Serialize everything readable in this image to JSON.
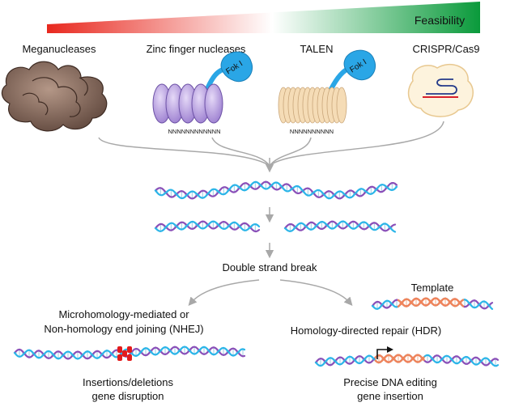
{
  "feasibility_bar": {
    "label": "Feasibility",
    "gradient": {
      "start": "#e8281e",
      "middle": "#ffffff",
      "end": "#0a9a3b"
    }
  },
  "nucleases": [
    {
      "id": "meganucleases",
      "label": "Meganucleases"
    },
    {
      "id": "zfn",
      "label": "Zinc finger nucleases",
      "domain_label": "Fok I",
      "sequence": "NNNNNNNNNNNN"
    },
    {
      "id": "talen",
      "label": "TALEN",
      "domain_label": "Fok I",
      "sequence": "NNNNNNNNNN"
    },
    {
      "id": "crispr",
      "label": "CRISPR/Cas9"
    }
  ],
  "break_label": "Double strand break",
  "pathways": {
    "nhej": {
      "title_line1": "Microhomology-mediated or",
      "title_line2": "Non-homology end joining (NHEJ)",
      "outcome_line1": "Insertions/deletions",
      "outcome_line2": "gene disruption"
    },
    "hdr": {
      "template_label": "Template",
      "title": "Homology-directed repair (HDR)",
      "outcome_line1": "Precise DNA editing",
      "outcome_line2": "gene insertion"
    }
  },
  "colors": {
    "dna_strand_a": "#2bb5e8",
    "dna_strand_b": "#8a4fb8",
    "template_insert": "#f0845a",
    "indel": "#e31b1b",
    "fok_domain": "#2aa6e6",
    "zfn_body": "#b79be0",
    "talen_body": "#f5dcb6",
    "meganuclease_body": "#7a5f52",
    "arrow": "#a8a8a8"
  }
}
